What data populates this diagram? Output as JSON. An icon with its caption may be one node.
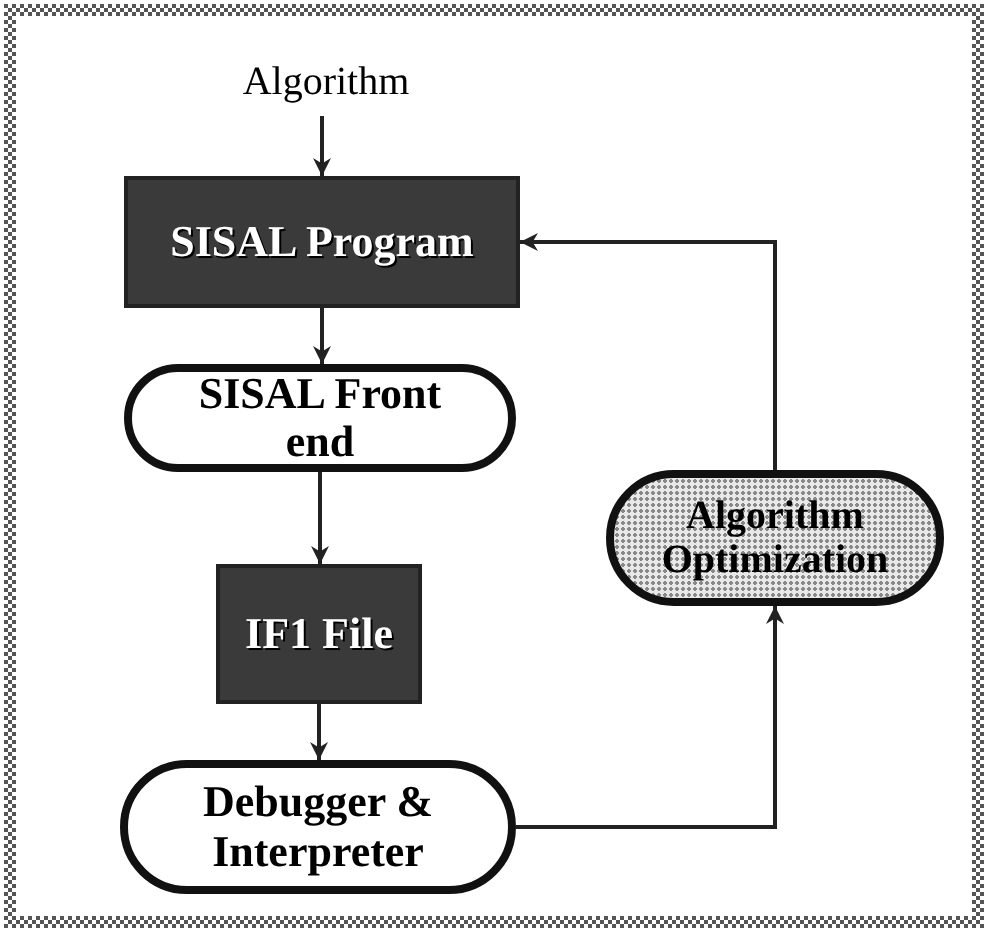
{
  "diagram": {
    "nodes": [
      {
        "text": [
          "Algorithm"
        ]
      },
      {
        "text": [
          "SISAL Program"
        ]
      },
      {
        "text": [
          "SISAL Front end"
        ]
      },
      {
        "text": [
          "IF1 File"
        ]
      },
      {
        "text": [
          "Debugger & Interpreter"
        ]
      },
      {
        "text": [
          "Algorithm Optimization"
        ]
      }
    ],
    "edges": [
      {
        "from": 0,
        "to": 1,
        "arrow": "to"
      },
      {
        "from": 1,
        "to": 2,
        "arrow": "to"
      },
      {
        "from": 2,
        "to": 3,
        "arrow": "to"
      },
      {
        "from": 3,
        "to": 4,
        "arrow": "to"
      },
      {
        "from": 4,
        "to": 5,
        "arrow": "to"
      },
      {
        "from": 5,
        "to": 1,
        "arrow": "to"
      }
    ]
  }
}
